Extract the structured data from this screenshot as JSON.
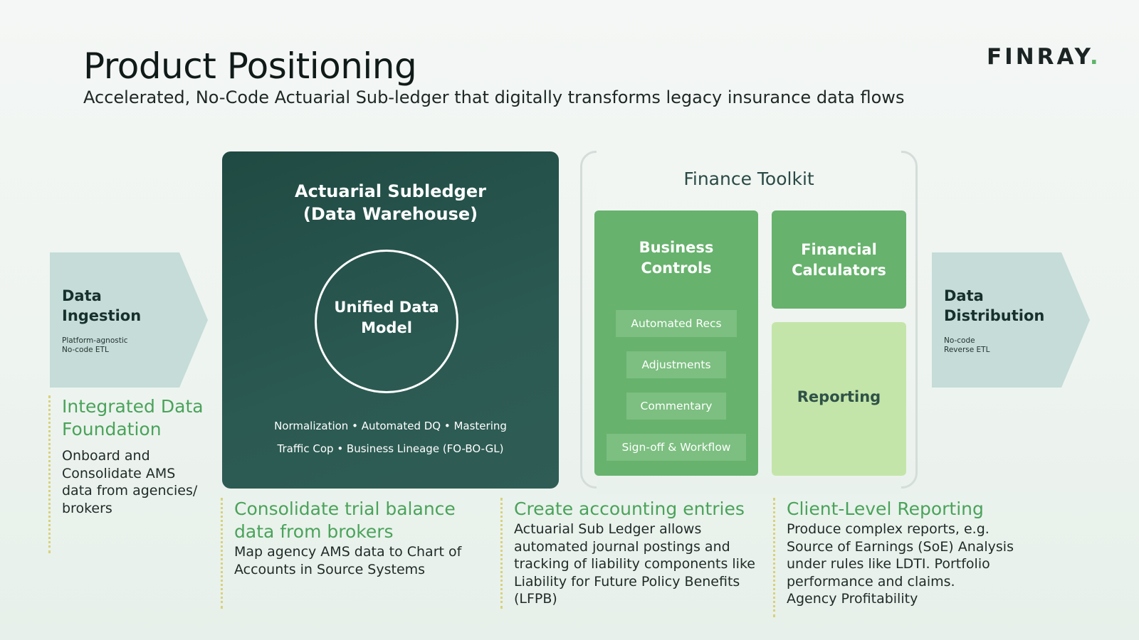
{
  "header": {
    "title": "Product Positioning",
    "subtitle": "Accelerated, No-Code Actuarial Sub-ledger that digitally transforms legacy insurance data flows",
    "logo_text": "FINRAY",
    "logo_dot": "."
  },
  "ingestion": {
    "title_line1": "Data",
    "title_line2": "Ingestion",
    "sub_line1": "Platform-agnostic",
    "sub_line2": "No-code ETL"
  },
  "warehouse": {
    "title_line1": "Actuarial Subledger",
    "title_line2": "(Data Warehouse)",
    "circle_line1": "Unified Data",
    "circle_line2": "Model",
    "features_line1": "Normalization • Automated DQ • Mastering",
    "features_line2": "Traffic Cop • Business Lineage (FO-BO-GL)"
  },
  "toolkit": {
    "title": "Finance Toolkit",
    "business_controls": {
      "title_line1": "Business",
      "title_line2": "Controls",
      "items": [
        "Automated Recs",
        "Adjustments",
        "Commentary",
        "Sign-off & Workflow"
      ]
    },
    "financial_calculators": {
      "title_line1": "Financial",
      "title_line2": "Calculators"
    },
    "reporting": {
      "title": "Reporting"
    }
  },
  "distribution": {
    "title_line1": "Data",
    "title_line2": "Distribution",
    "sub_line1": "No-code",
    "sub_line2": "Reverse ETL"
  },
  "columns": [
    {
      "heading_lines": [
        "Integrated Data",
        "Foundation"
      ],
      "body_lines": [
        "Onboard and",
        "Consolidate AMS",
        "data from agencies/",
        "brokers"
      ]
    },
    {
      "heading_lines": [
        "Consolidate trial balance",
        "data from brokers"
      ],
      "body_lines": [
        "Map agency AMS data to Chart of",
        "Accounts in Source Systems"
      ]
    },
    {
      "heading_lines": [
        "Create accounting entries"
      ],
      "body_lines": [
        "Actuarial Sub Ledger allows",
        "automated journal postings and",
        "tracking of liability components like",
        "Liability for Future Policy Benefits",
        "(LFPB)"
      ]
    },
    {
      "heading_lines": [
        "Client-Level Reporting"
      ],
      "body_lines": [
        "Produce complex reports, e.g.",
        "Source of Earnings (SoE) Analysis",
        "under rules like LDTI. Portfolio",
        "performance and claims.",
        "Agency Profitability"
      ]
    }
  ],
  "colors": {
    "dark_teal": "#2b5a52",
    "green": "#67b26d",
    "light_green": "#c4e5a9",
    "arrow_blue": "#c5dcd8",
    "heading_green": "#4aa35a",
    "dotted_rule": "#d8d27a"
  }
}
